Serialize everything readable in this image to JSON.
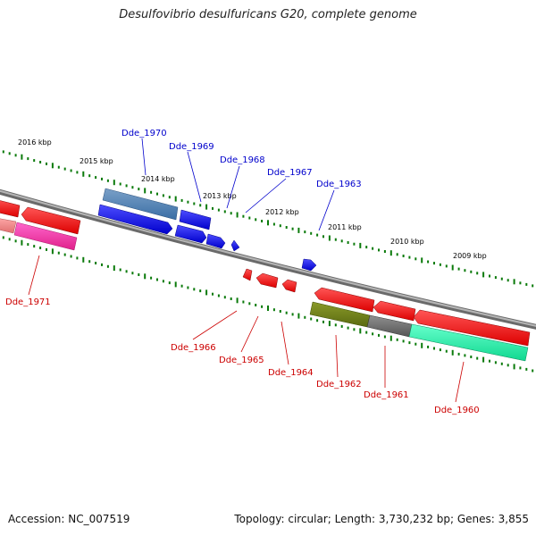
{
  "title": "Desulfovibrio desulfuricans G20, complete genome",
  "footer": {
    "accession": "Accession: NC_007519",
    "summary": "Topology: circular; Length: 3,730,232 bp; Genes: 3,855"
  },
  "colors": {
    "backbone": "#808080",
    "tick": "#0a7a0a",
    "forward_label": "#0000cc",
    "reverse_label": "#cc0000"
  },
  "ticks": [
    {
      "label": "2016 kbp"
    },
    {
      "label": "2015 kbp"
    },
    {
      "label": "2014 kbp"
    },
    {
      "label": "2013 kbp"
    },
    {
      "label": "2012 kbp"
    },
    {
      "label": "2011 kbp"
    },
    {
      "label": "2010 kbp"
    },
    {
      "label": "2009 kbp"
    }
  ],
  "forward_genes": [
    {
      "label": "Dde_1970"
    },
    {
      "label": "Dde_1969"
    },
    {
      "label": "Dde_1968"
    },
    {
      "label": "Dde_1967"
    },
    {
      "label": "Dde_1963"
    }
  ],
  "reverse_genes": [
    {
      "label": "Dde_1971"
    },
    {
      "label": "Dde_1966"
    },
    {
      "label": "Dde_1965"
    },
    {
      "label": "Dde_1964"
    },
    {
      "label": "Dde_1962"
    },
    {
      "label": "Dde_1961"
    },
    {
      "label": "Dde_1960"
    }
  ]
}
